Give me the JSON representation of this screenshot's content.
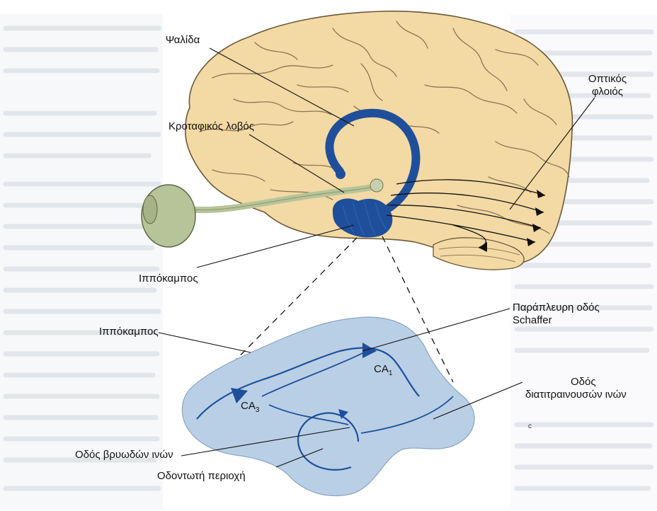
{
  "labels": {
    "fornix": "Ψαλίδα",
    "visual_cortex_line1": "Οπτικός",
    "visual_cortex_line2": "φλοιός",
    "temporal_lobe": "Κροταφικός λοβός",
    "hippocampus_upper": "Ιππόκαμπος",
    "schaffer_line1": "Παράπλευρη οδός",
    "schaffer_line2": "Schaffer",
    "hippocampus_lower": "Ιππόκαμπος",
    "ca1": "CA",
    "ca1_sub": "1",
    "ca3": "CA",
    "ca3_sub": "3",
    "perforant_line1": "Οδός",
    "perforant_line2": "διατιτραινουσών ινών",
    "mossy_fiber": "Οδός βρυωδών ινών",
    "dentate_gyrus": "Οδοντωτή περιοχή"
  },
  "colors": {
    "brain": "#f3d9a4",
    "brain_outline": "#6b5a3a",
    "hippocampus": "#1f4f9a",
    "inset": "#b9cfe6",
    "eye": "#b7c49a",
    "background_text": "#8a97a6"
  }
}
